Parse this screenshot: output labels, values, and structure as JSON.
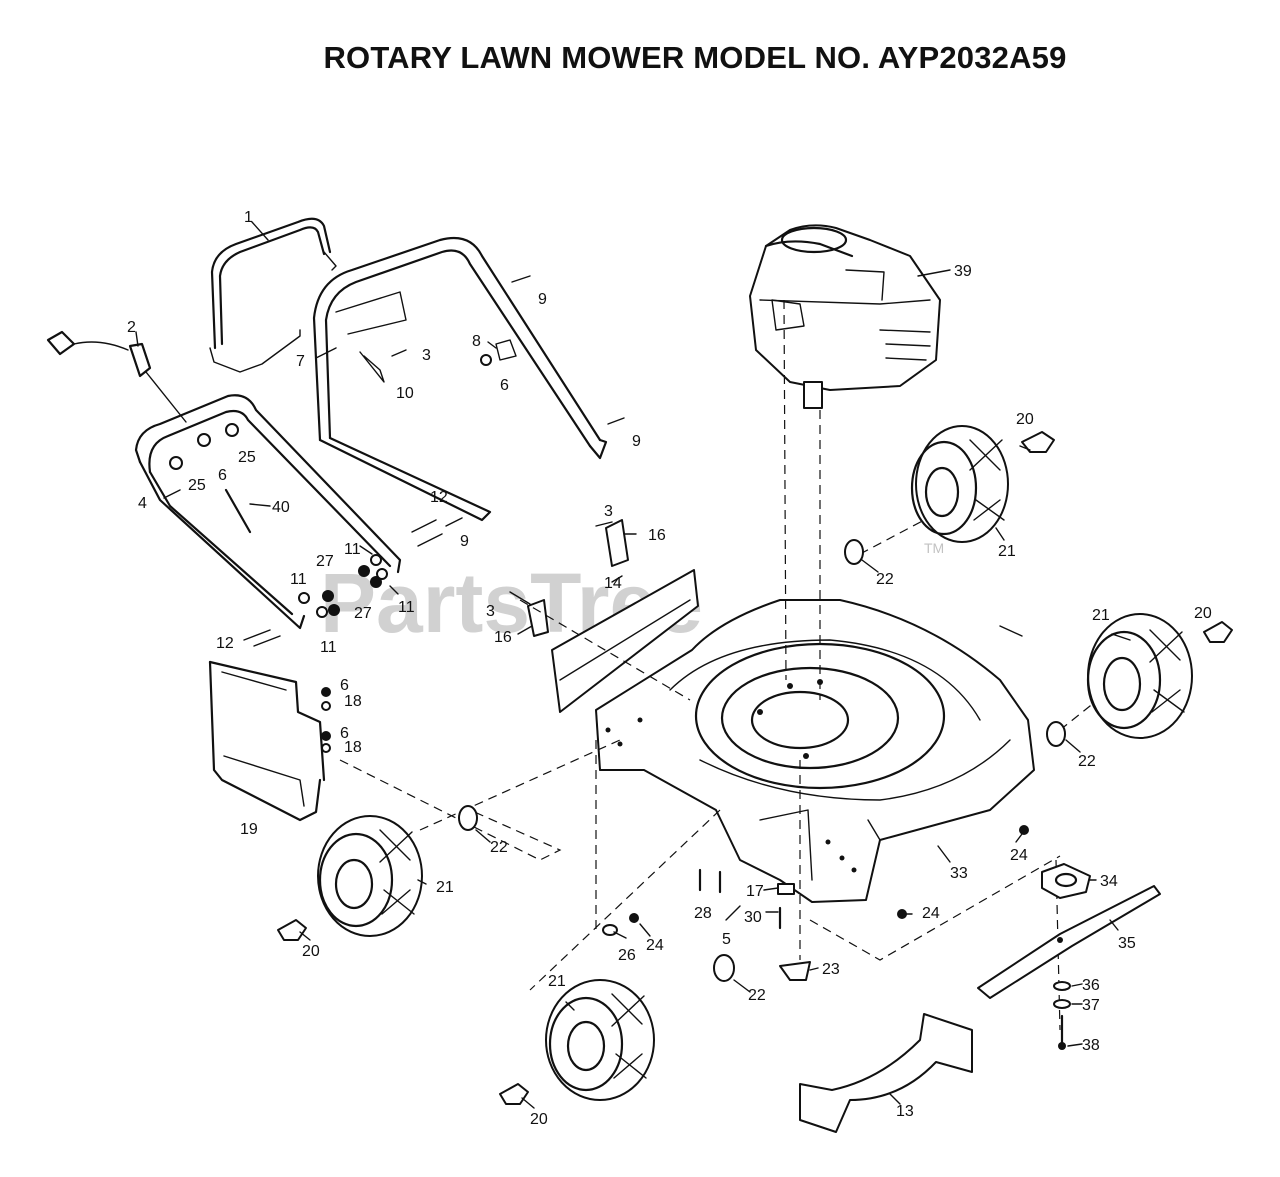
{
  "title": "ROTARY LAWN MOWER MODEL NO. AYP2032A59",
  "watermark": {
    "text": "PartsTree",
    "mark": "TM"
  },
  "callouts": [
    {
      "id": "c1",
      "text": "1"
    },
    {
      "id": "c2",
      "text": "2"
    },
    {
      "id": "c3a",
      "text": "3"
    },
    {
      "id": "c3b",
      "text": "3"
    },
    {
      "id": "c3c",
      "text": "3"
    },
    {
      "id": "c4",
      "text": "4"
    },
    {
      "id": "c5",
      "text": "5"
    },
    {
      "id": "c6a",
      "text": "6"
    },
    {
      "id": "c6b",
      "text": "6"
    },
    {
      "id": "c6c",
      "text": "6"
    },
    {
      "id": "c6d",
      "text": "6"
    },
    {
      "id": "c7",
      "text": "7"
    },
    {
      "id": "c8",
      "text": "8"
    },
    {
      "id": "c9a",
      "text": "9"
    },
    {
      "id": "c9b",
      "text": "9"
    },
    {
      "id": "c9c",
      "text": "9"
    },
    {
      "id": "c10",
      "text": "10"
    },
    {
      "id": "c11a",
      "text": "11"
    },
    {
      "id": "c11b",
      "text": "11"
    },
    {
      "id": "c11c",
      "text": "11"
    },
    {
      "id": "c11d",
      "text": "11"
    },
    {
      "id": "c12a",
      "text": "12"
    },
    {
      "id": "c12b",
      "text": "12"
    },
    {
      "id": "c13",
      "text": "13"
    },
    {
      "id": "c14",
      "text": "14"
    },
    {
      "id": "c16a",
      "text": "16"
    },
    {
      "id": "c16b",
      "text": "16"
    },
    {
      "id": "c17",
      "text": "17"
    },
    {
      "id": "c18a",
      "text": "18"
    },
    {
      "id": "c18b",
      "text": "18"
    },
    {
      "id": "c19",
      "text": "19"
    },
    {
      "id": "c20a",
      "text": "20"
    },
    {
      "id": "c20b",
      "text": "20"
    },
    {
      "id": "c20c",
      "text": "20"
    },
    {
      "id": "c20d",
      "text": "20"
    },
    {
      "id": "c21a",
      "text": "21"
    },
    {
      "id": "c21b",
      "text": "21"
    },
    {
      "id": "c21c",
      "text": "21"
    },
    {
      "id": "c21d",
      "text": "21"
    },
    {
      "id": "c22a",
      "text": "22"
    },
    {
      "id": "c22b",
      "text": "22"
    },
    {
      "id": "c22c",
      "text": "22"
    },
    {
      "id": "c22d",
      "text": "22"
    },
    {
      "id": "c23",
      "text": "23"
    },
    {
      "id": "c24a",
      "text": "24"
    },
    {
      "id": "c24b",
      "text": "24"
    },
    {
      "id": "c24c",
      "text": "24"
    },
    {
      "id": "c25a",
      "text": "25"
    },
    {
      "id": "c25b",
      "text": "25"
    },
    {
      "id": "c26",
      "text": "26"
    },
    {
      "id": "c27a",
      "text": "27"
    },
    {
      "id": "c27b",
      "text": "27"
    },
    {
      "id": "c28",
      "text": "28"
    },
    {
      "id": "c30",
      "text": "30"
    },
    {
      "id": "c33",
      "text": "33"
    },
    {
      "id": "c34",
      "text": "34"
    },
    {
      "id": "c35",
      "text": "35"
    },
    {
      "id": "c36",
      "text": "36"
    },
    {
      "id": "c37",
      "text": "37"
    },
    {
      "id": "c38",
      "text": "38"
    },
    {
      "id": "c39",
      "text": "39"
    },
    {
      "id": "c40",
      "text": "40"
    }
  ]
}
